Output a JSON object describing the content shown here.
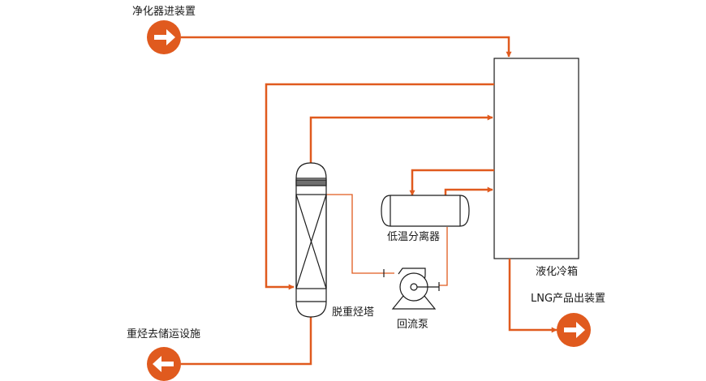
{
  "labels": {
    "purifier_inlet": "净化器进装置",
    "heavy_hydrocarbon_outlet": "重烃去储运设施",
    "lng_product_outlet": "LNG产品出装置",
    "liquefaction_cold_box": "液化冷箱",
    "deheavy_column": "脱重烃塔",
    "low_temp_separator": "低温分离器",
    "reflux_pump": "回流泵"
  },
  "colors": {
    "process_line": "#e05a1e",
    "equipment_outline": "#1a1a1a",
    "connector_fill": "#e05a1e"
  }
}
